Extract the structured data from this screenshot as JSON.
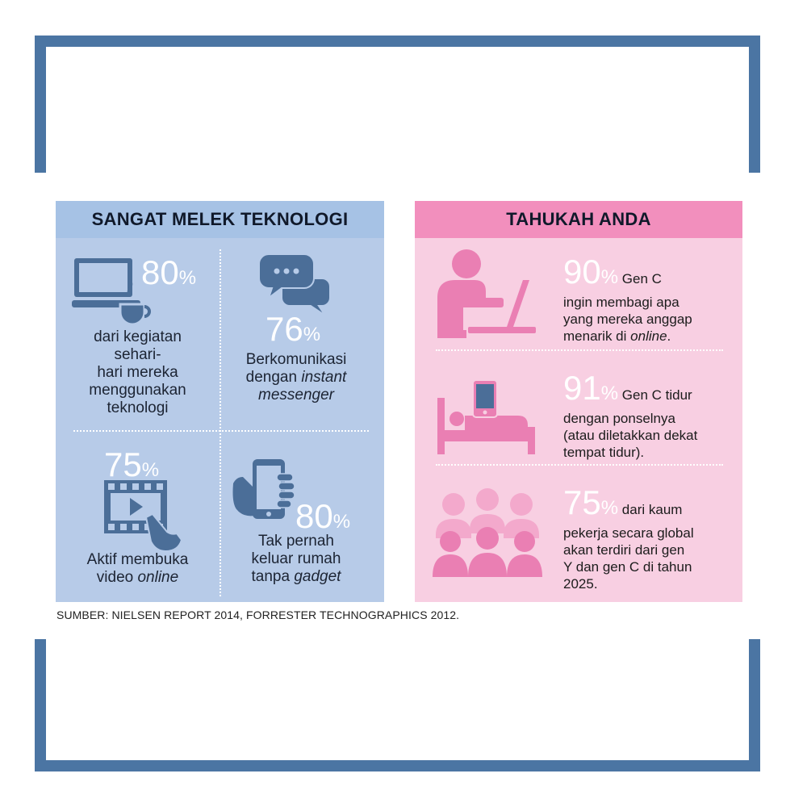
{
  "left_panel": {
    "title": "SANGAT MELEK TEKNOLOGI",
    "stats": [
      {
        "value": "80",
        "unit": "%",
        "caption_lines": [
          "dari kegiatan",
          "sehari-",
          "hari mereka",
          "menggunakan",
          "teknologi"
        ],
        "icon": "laptop-coffee-icon"
      },
      {
        "value": "76",
        "unit": "%",
        "caption_lines": [
          "Berkomunikasi",
          "dengan",
          "instant",
          "messenger"
        ],
        "icon": "chat-bubbles-icon"
      },
      {
        "value": "75",
        "unit": "%",
        "caption_lines": [
          "Aktif membuka",
          "video",
          "online"
        ],
        "icon": "video-touch-icon"
      },
      {
        "value": "80",
        "unit": "%",
        "caption_lines": [
          "Tak pernah",
          "keluar rumah",
          "tanpa",
          "gadget"
        ],
        "icon": "hand-phone-icon"
      }
    ]
  },
  "right_panel": {
    "title": "TAHUKAH ANDA",
    "facts": [
      {
        "value": "90",
        "unit": "%",
        "lead": "Gen C",
        "lines": [
          "ingin membagi apa",
          "yang mereka anggap",
          "menarik di",
          "online",
          "."
        ],
        "icon": "person-laptop-icon"
      },
      {
        "value": "91",
        "unit": "%",
        "lead": "Gen C tidur",
        "lines": [
          "dengan ponselnya",
          "(atau diletakkan dekat",
          "tempat tidur)."
        ],
        "icon": "bed-phone-icon"
      },
      {
        "value": "75",
        "unit": "%",
        "lead": "dari kaum",
        "lines": [
          "pekerja secara global",
          "akan terdiri dari gen",
          "Y dan gen C di tahun",
          "2025."
        ],
        "icon": "group-people-icon"
      }
    ]
  },
  "source": "SUMBER: NIELSEN REPORT 2014, FORRESTER TECHNOGRAPHICS 2012.",
  "colors": {
    "frame": "#4b75a3",
    "blue_bg": "#b7cbe8",
    "blue_header": "#a6c2e5",
    "blue_icon": "#4b6e98",
    "pink_bg": "#f8cfe2",
    "pink_header": "#f28fbd",
    "pink_icon": "#ea7fb3"
  }
}
